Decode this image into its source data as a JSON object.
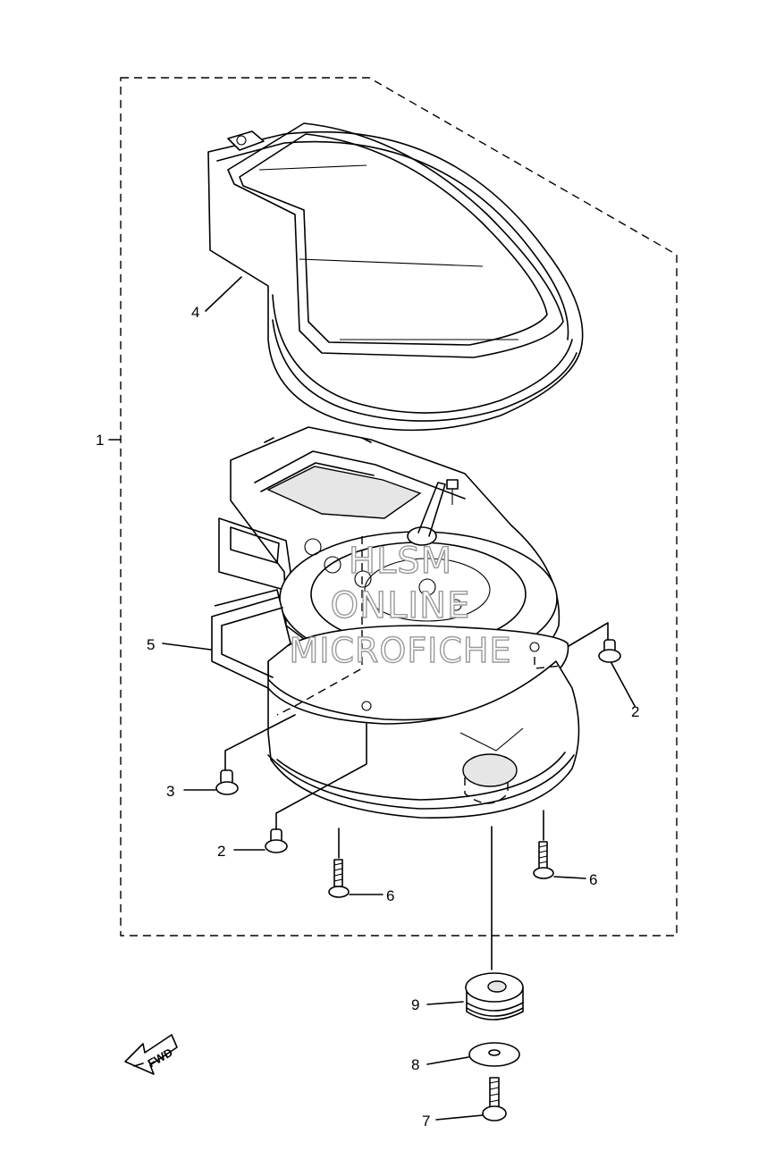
{
  "callouts": {
    "c1": "1",
    "c2a": "2",
    "c2b": "2",
    "c3": "3",
    "c4": "4",
    "c5": "5",
    "c6a": "6",
    "c6b": "6",
    "c7": "7",
    "c8": "8",
    "c9": "9"
  },
  "watermark": {
    "line1": "HLSM",
    "line2": "ONLINE",
    "line3": "MICROFICHE"
  },
  "fwd_arrow": {
    "label": "FWD",
    "icon": "fwd-arrow-icon"
  }
}
